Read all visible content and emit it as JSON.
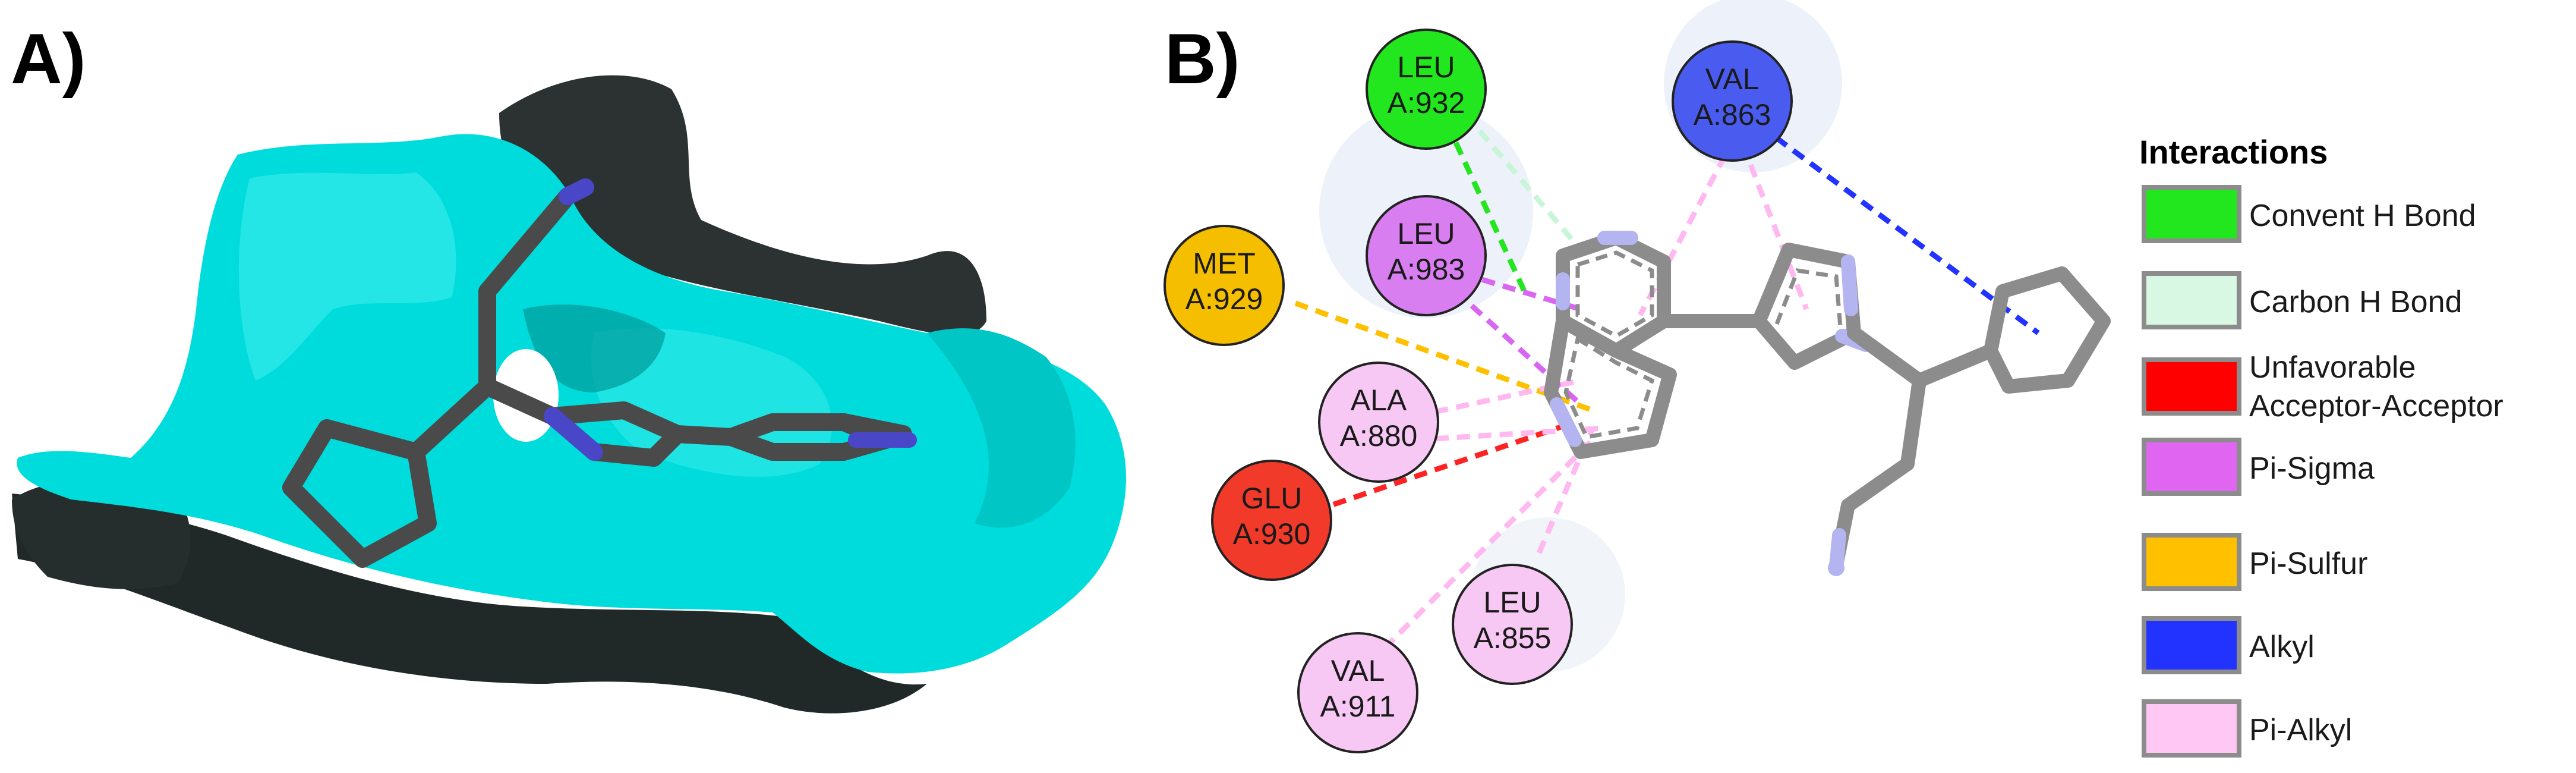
{
  "panels": {
    "a_label": "A)",
    "b_label": "B)"
  },
  "residues": [
    {
      "name": "LEU",
      "chain": "A:932",
      "color": "#22e61e"
    },
    {
      "name": "VAL",
      "chain": "A:863",
      "color": "#4a5cf0"
    },
    {
      "name": "LEU",
      "chain": "A:983",
      "color": "#d97ef0"
    },
    {
      "name": "MET",
      "chain": "A:929",
      "color": "#f5bf00"
    },
    {
      "name": "ALA",
      "chain": "A:880",
      "color": "#f8c8f4"
    },
    {
      "name": "GLU",
      "chain": "A:930",
      "color": "#f23a2b"
    },
    {
      "name": "LEU",
      "chain": "A:855",
      "color": "#f8c8f4"
    },
    {
      "name": "VAL",
      "chain": "A:911",
      "color": "#f8c8f4"
    }
  ],
  "legend": {
    "title": "Interactions",
    "items": [
      {
        "label": "Convent H Bond",
        "color": "#22e61e"
      },
      {
        "label": "Carbon H Bond",
        "color": "#d8f8e4"
      },
      {
        "label": "Unfavorable",
        "label2": "Acceptor-Acceptor",
        "color": "#ff0000"
      },
      {
        "label": "Pi-Sigma",
        "color": "#e066f2"
      },
      {
        "label": "Pi-Sulfur",
        "color": "#ffc000"
      },
      {
        "label": "Alkyl",
        "color": "#2233ff"
      },
      {
        "label": "Pi-Alkyl",
        "color": "#ffc8f4"
      }
    ]
  },
  "colors": {
    "surface": "#00e0e0",
    "surface_shadow": "#202a2a",
    "ligand_stick": "#4a4a4a",
    "nitrogen": "#4040cc",
    "ligand_2d": "#8c8c8c",
    "nitrogen_2d": "#b0b0f0"
  }
}
